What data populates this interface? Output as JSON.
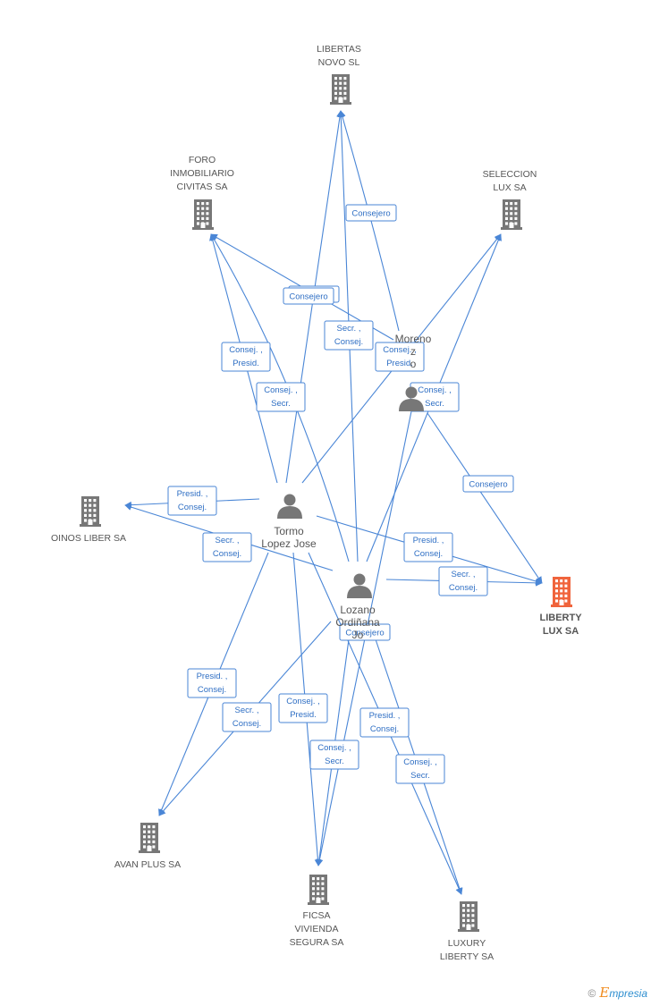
{
  "graph": {
    "nodes": [
      {
        "id": "libertas",
        "kind": "company",
        "lines": [
          "LIBERTAS",
          "NOVO SL"
        ]
      },
      {
        "id": "foro",
        "kind": "company",
        "lines": [
          "FORO",
          "INMOBILIARIO",
          "CIVITAS SA"
        ]
      },
      {
        "id": "seleccion",
        "kind": "company",
        "lines": [
          "SELECCION",
          "LUX SA"
        ]
      },
      {
        "id": "oinos",
        "kind": "company",
        "lines": [
          "OINOS LIBER SA"
        ]
      },
      {
        "id": "liberty",
        "kind": "company-main",
        "lines": [
          "LIBERTY",
          "LUX SA"
        ]
      },
      {
        "id": "avan",
        "kind": "company",
        "lines": [
          "AVAN PLUS SA"
        ]
      },
      {
        "id": "ficsa",
        "kind": "company",
        "lines": [
          "FICSA",
          "VIVIENDA",
          "SEGURA SA"
        ]
      },
      {
        "id": "luxury",
        "kind": "company",
        "lines": [
          "LUXURY",
          "LIBERTY SA"
        ]
      },
      {
        "id": "tormo",
        "kind": "person",
        "lines": [
          "Tormo",
          "Lopez Jose"
        ]
      },
      {
        "id": "moreno",
        "kind": "person",
        "lines": [
          "Moreno",
          "z",
          "o"
        ]
      },
      {
        "id": "lozano",
        "kind": "person",
        "lines": [
          "Lozano",
          "Ordiñana",
          "Jo"
        ]
      }
    ],
    "edges": [
      {
        "from": "moreno",
        "to": "libertas",
        "lines": [
          "Consejero"
        ]
      },
      {
        "from": "tormo",
        "to": "libertas",
        "lines": [
          "Consej. ,",
          "Secr."
        ]
      },
      {
        "from": "lozano",
        "to": "libertas",
        "lines": [
          "Secr. ,",
          "Consej."
        ]
      },
      {
        "from": "moreno",
        "to": "foro",
        "lines": [
          "Presid."
        ]
      },
      {
        "from": "tormo",
        "to": "foro",
        "lines": [
          "Consej. ,",
          "Presid."
        ]
      },
      {
        "from": "lozano",
        "to": "foro",
        "lines": [
          "Consejero"
        ]
      },
      {
        "from": "tormo",
        "to": "seleccion",
        "lines": [
          "Consej. ,",
          "Presid."
        ]
      },
      {
        "from": "lozano",
        "to": "seleccion",
        "lines": [
          "Consej. ,",
          "Secr."
        ]
      },
      {
        "from": "tormo",
        "to": "oinos",
        "lines": [
          "Presid. ,",
          "Consej."
        ]
      },
      {
        "from": "lozano",
        "to": "oinos",
        "lines": [
          "Secr. ,",
          "Consej."
        ]
      },
      {
        "from": "moreno",
        "to": "liberty",
        "lines": [
          "Consejero"
        ]
      },
      {
        "from": "tormo",
        "to": "liberty",
        "lines": [
          "Presid. ,",
          "Consej."
        ]
      },
      {
        "from": "lozano",
        "to": "liberty",
        "lines": [
          "Secr. ,",
          "Consej."
        ]
      },
      {
        "from": "tormo",
        "to": "avan",
        "lines": [
          "Presid. ,",
          "Consej."
        ]
      },
      {
        "from": "lozano",
        "to": "avan",
        "lines": [
          "Secr. ,",
          "Consej."
        ]
      },
      {
        "from": "tormo",
        "to": "ficsa",
        "lines": [
          "Consej. ,",
          "Presid."
        ]
      },
      {
        "from": "lozano",
        "to": "ficsa",
        "lines": [
          "Consej. ,",
          "Secr."
        ]
      },
      {
        "from": "moreno",
        "to": "ficsa",
        "lines": [
          "Consejero"
        ]
      },
      {
        "from": "tormo",
        "to": "luxury",
        "lines": [
          "Presid. ,",
          "Consej."
        ]
      },
      {
        "from": "lozano",
        "to": "luxury",
        "lines": [
          "Consej. ,",
          "Secr."
        ]
      }
    ]
  },
  "colors": {
    "edge": "#4a86d6",
    "company_icon": "#777777",
    "main_company_icon": "#f0643c",
    "person_icon": "#777777",
    "brand_e": "#f08a1c",
    "brand_text": "#2f8fd0"
  },
  "icons": {
    "company": "building-icon",
    "person": "person-icon"
  },
  "footer": {
    "copyright": "©",
    "brand_initial": "E",
    "brand_rest": "mpresia"
  }
}
